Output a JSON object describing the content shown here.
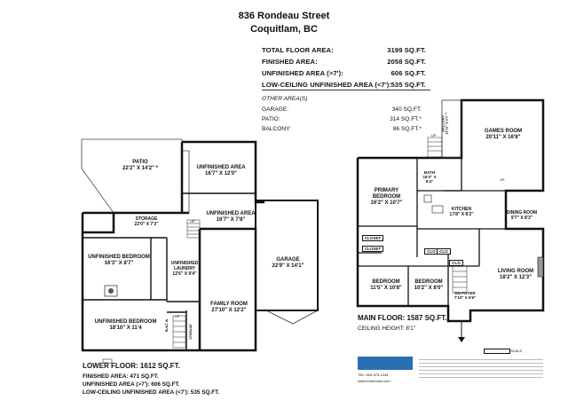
{
  "header": {
    "address": "836 Rondeau Street",
    "city": "Coquitlam, BC"
  },
  "totals": [
    {
      "label": "TOTAL FLOOR AREA:",
      "value": "3199 SQ.FT."
    },
    {
      "label": "FINISHED AREA:",
      "value": "2058 SQ.FT."
    },
    {
      "label": "UNFINISHED AREA (>7'):",
      "value": "606 SQ.FT."
    },
    {
      "label": "LOW-CEILING UNFINISHED AREA (<7'):",
      "value": "535 SQ.FT."
    }
  ],
  "other": {
    "title": "OTHER AREA(S)",
    "rows": [
      {
        "label": "GARAGE:",
        "value": "340 SQ.FT."
      },
      {
        "label": "PATIO:",
        "value": "314 SQ.FT.*"
      },
      {
        "label": "BALCONY:",
        "value": "86 SQ.FT.*"
      }
    ]
  },
  "lower_floor": {
    "rooms": {
      "patio": {
        "name": "PATIO",
        "dims": "22'2\" X 14'2\" *"
      },
      "unfinished_area_1": {
        "name": "UNFINISHED AREA",
        "dims": "16'7\" X 12'0\""
      },
      "storage_1": {
        "name": "STORAGE",
        "dims": "22'0\" X 7'3\""
      },
      "unfinished_area_2": {
        "name": "UNFINISHED AREA",
        "dims": "16'7\" X 7'8\""
      },
      "unfinished_bedroom_1": {
        "name": "UNFINISHED BEDROOM",
        "dims": "16'3\" X 8'7\""
      },
      "unfinished_laundry": {
        "name": "UNFINISHED LAUNDRY",
        "dims": "12'6\" X 9'4\""
      },
      "garage": {
        "name": "GARAGE",
        "dims": "22'9\" X 14'1\""
      },
      "unfinished_bedroom_2": {
        "name": "UNFINISHED BEDROOM",
        "dims": "18'10\" X 11'4"
      },
      "family_room": {
        "name": "FAMILY ROOM",
        "dims": "27'10\" X 12'2\""
      },
      "built_in": {
        "name": "BUILT-IN"
      },
      "storage_2": {
        "name": "STORAGE"
      }
    },
    "up_labels": [
      "UP",
      "UP"
    ],
    "summary": {
      "title": "LOWER FLOOR: 1612 SQ.FT.",
      "lines": [
        "FINISHED AREA: 471 SQ.FT.",
        "UNFINISHED AREA (>7'): 606 SQ.FT.",
        "LOW-CEILING UNFINISHED AREA (<7'): 535 SQ.FT."
      ]
    }
  },
  "main_floor": {
    "rooms": {
      "games_room": {
        "name": "GAMES ROOM",
        "dims": "20'11\" X 16'8\""
      },
      "balcony": {
        "name": "BALCONY",
        "dims": "13'11\" X 6'1\" *"
      },
      "bath": {
        "name": "BATH",
        "dims": "16'2\" X 6'4\""
      },
      "primary_bedroom": {
        "name": "PRIMARY BEDROOM",
        "dims": "16'2\" X 10'7\""
      },
      "kitchen": {
        "name": "KITCHEN",
        "dims": "17'8\" X 8'2\""
      },
      "dining_room": {
        "name": "DINING ROOM",
        "dims": "9'7\" X 8'3\""
      },
      "closet_1": {
        "name": "CLOSET"
      },
      "closet_2": {
        "name": "CLOSET"
      },
      "clo_1": {
        "name": "CLO"
      },
      "clo_2": {
        "name": "CLO"
      },
      "clo_3": {
        "name": "CLO"
      },
      "foyer": {
        "name": "DN FOYER",
        "dims": "7'10\" X 6'6\""
      },
      "living_room": {
        "name": "LIVING ROOM",
        "dims": "18'2\" X 12'3\""
      },
      "bedroom_1": {
        "name": "BEDROOM",
        "dims": "11'5\" X 10'8\""
      },
      "bedroom_2": {
        "name": "BEDROOM",
        "dims": "10'2\" X 8'0\""
      }
    },
    "up_labels": [
      "UP",
      "UP"
    ],
    "summary": {
      "title": "MAIN FLOOR: 1587 SQ.FT.",
      "ceiling": "CEILING HEIGHT: 8'1\""
    }
  },
  "footer": {
    "scale_label": "SCALE",
    "phone": "TEL: 604-575-1244",
    "website": "www.leonhouse.com"
  }
}
